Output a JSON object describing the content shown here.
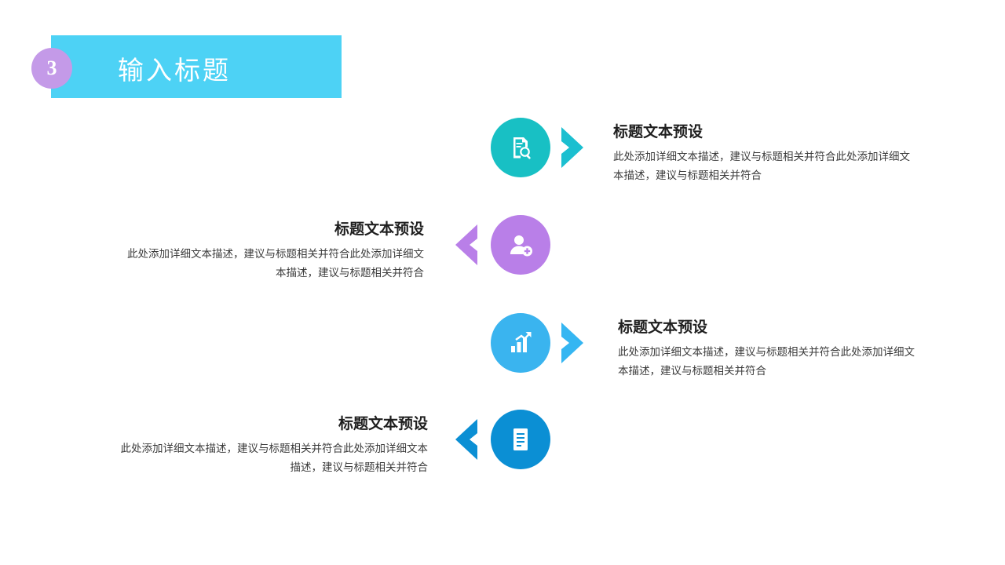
{
  "header": {
    "number": "3",
    "title": "输入标题",
    "bar_color": "#4dd2f5",
    "badge_color": "#c49ae8"
  },
  "rows": [
    {
      "icon": "document-search-icon",
      "circle_color": "#18c0c4",
      "chevron_color": "#1bbfd0",
      "chevron_direction": "right",
      "side": "right",
      "title": "标题文本预设",
      "body": "此处添加详细文本描述，建议与标题相关并符合此处添加详细文本描述，建议与标题相关并符合"
    },
    {
      "icon": "add-user-icon",
      "circle_color": "#b97fe8",
      "chevron_color": "#b97fe8",
      "chevron_direction": "left",
      "side": "left",
      "title": "标题文本预设",
      "body": "此处添加详细文本描述，建议与标题相关并符合此处添加详细文本描述，建议与标题相关并符合"
    },
    {
      "icon": "bar-chart-growth-icon",
      "circle_color": "#3ab4ef",
      "chevron_color": "#35b6f2",
      "chevron_direction": "right",
      "side": "right",
      "title": "标题文本预设",
      "body": "此处添加详细文本描述，建议与标题相关并符合此处添加详细文本描述，建议与标题相关并符合"
    },
    {
      "icon": "document-lines-icon",
      "circle_color": "#0b8fd4",
      "chevron_color": "#0b8fd4",
      "chevron_direction": "left",
      "side": "left",
      "title": "标题文本预设",
      "body": "此处添加详细文本描述，建议与标题相关并符合此处添加详细文本描述，建议与标题相关并符合"
    }
  ]
}
